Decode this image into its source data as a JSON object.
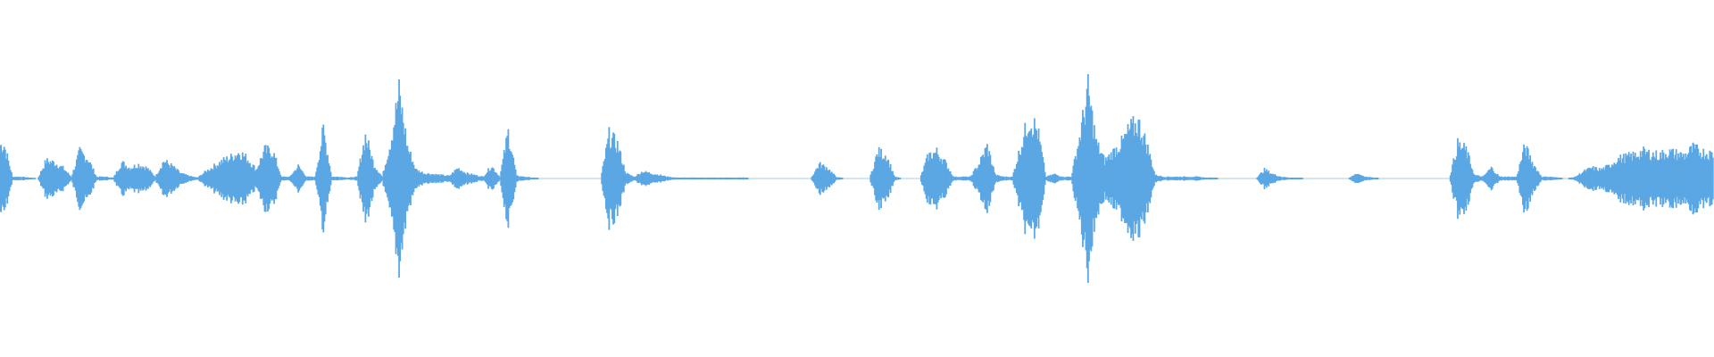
{
  "waveform": {
    "color": "#5BA7E4",
    "background": "#FFFFFF",
    "amplitude_peaks": [
      0.38,
      0.02,
      0.02,
      0.01,
      0.0,
      0.2,
      0.18,
      0.12,
      0.02,
      0.3,
      0.22,
      0.02,
      0.02,
      0.01,
      0.18,
      0.12,
      0.16,
      0.12,
      0.02,
      0.2,
      0.14,
      0.06,
      0.03,
      0.01,
      0.08,
      0.14,
      0.2,
      0.24,
      0.3,
      0.22,
      0.1,
      0.32,
      0.3,
      0.02,
      0.02,
      0.14,
      0.02,
      0.02,
      0.54,
      0.02,
      0.02,
      0.01,
      0.02,
      0.48,
      0.16,
      0.02,
      0.42,
      0.96,
      0.36,
      0.1,
      0.06,
      0.05,
      0.04,
      0.03,
      0.12,
      0.06,
      0.04,
      0.02,
      0.14,
      0.02,
      0.52,
      0.03,
      0.02,
      0.01,
      0.0,
      0.0,
      0.0,
      0.0,
      0.0,
      0.0,
      0.0,
      0.0,
      0.48,
      0.38,
      0.06,
      0.02,
      0.08,
      0.06,
      0.04,
      0.02,
      0.01,
      0.01,
      0.01,
      0.01,
      0.01,
      0.01,
      0.01,
      0.01,
      0.01,
      0.0,
      0.0,
      0.0,
      0.0,
      0.0,
      0.0,
      0.0,
      0.0,
      0.16,
      0.12,
      0.02,
      0.0,
      0.0,
      0.0,
      0.0,
      0.3,
      0.26,
      0.02,
      0.0,
      0.0,
      0.0,
      0.26,
      0.3,
      0.18,
      0.02,
      0.02,
      0.02,
      0.16,
      0.36,
      0.04,
      0.02,
      0.02,
      0.36,
      0.68,
      0.54,
      0.02,
      0.05,
      0.02,
      0.02,
      0.46,
      0.98,
      0.4,
      0.2,
      0.3,
      0.4,
      0.56,
      0.62,
      0.38,
      0.04,
      0.02,
      0.02,
      0.02,
      0.02,
      0.02,
      0.01,
      0.01,
      0.0,
      0.0,
      0.0,
      0.0,
      0.0,
      0.1,
      0.05,
      0.02,
      0.01,
      0.01,
      0.0,
      0.0,
      0.0,
      0.0,
      0.0,
      0.0,
      0.06,
      0.02,
      0.01,
      0.0,
      0.0,
      0.0,
      0.0,
      0.0,
      0.0,
      0.0,
      0.0,
      0.0,
      0.38,
      0.32,
      0.04,
      0.02,
      0.12,
      0.02,
      0.02,
      0.02,
      0.36,
      0.16,
      0.02,
      0.02,
      0.01,
      0.0,
      0.02,
      0.08,
      0.12,
      0.1,
      0.14,
      0.22,
      0.24,
      0.26,
      0.3,
      0.28,
      0.26,
      0.3,
      0.28,
      0.26,
      0.34,
      0.3,
      0.28
    ]
  }
}
